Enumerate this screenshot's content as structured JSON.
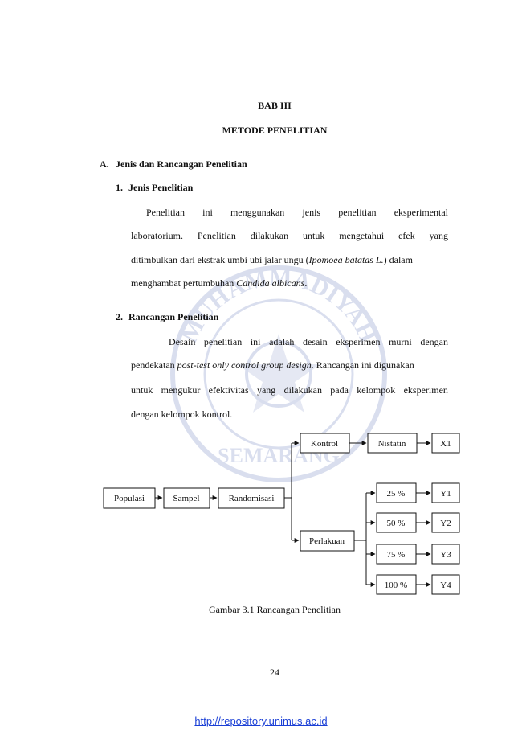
{
  "chapter": {
    "number": "BAB III",
    "title": "METODE PENELITIAN"
  },
  "sectionA": {
    "label": "A.",
    "title": "Jenis dan Rancangan Penelitian"
  },
  "sub1": {
    "label": "1.",
    "title": "Jenis Penelitian",
    "lines": [
      [
        "Penelitian",
        "ini",
        "menggunakan",
        "jenis",
        "penelitian",
        "eksperimental"
      ],
      [
        "laboratorium.",
        "Penelitian",
        "dilakukan",
        "untuk",
        "mengetahui",
        "efek",
        "yang"
      ],
      [
        "ditimbulkan dari ekstrak umbi ubi jalar ungu (",
        "Ipomoea batatas L.",
        ") dalam"
      ],
      [
        "menghambat pertumbuhan ",
        "Candida albicans",
        "."
      ]
    ]
  },
  "sub2": {
    "label": "2.",
    "title": "Rancangan Penelitian",
    "lines": [
      [
        "Desain",
        "penelitian",
        "ini",
        "adalah",
        "desain",
        "eksperimen",
        "murni",
        "dengan"
      ],
      [
        "pendekatan ",
        "post-test only control group design.",
        " Rancangan ini digunakan"
      ],
      [
        "untuk",
        "mengukur",
        "efektivitas",
        "yang",
        "dilakukan",
        "pada",
        "kelompok",
        "eksperimen"
      ],
      [
        "dengan kelompok kontrol."
      ]
    ]
  },
  "diagram": {
    "populasi": "Populasi",
    "sampel": "Sampel",
    "randomisasi": "Randomisasi",
    "kontrol": "Kontrol",
    "nistatin": "Nistatin",
    "x1": "X1",
    "perlakuan": "Perlakuan",
    "doses": [
      "25 %",
      "50 %",
      "75 %",
      "100 %"
    ],
    "outcomes": [
      "Y1",
      "Y2",
      "Y3",
      "Y4"
    ]
  },
  "caption": "Gambar 3.1 Rancangan Penelitian",
  "page_number": "24",
  "footer_url": "http://repository.unimus.ac.id",
  "watermark_text": {
    "top": "MUHAMMADIYAH",
    "bottom": "SEMARANG"
  }
}
